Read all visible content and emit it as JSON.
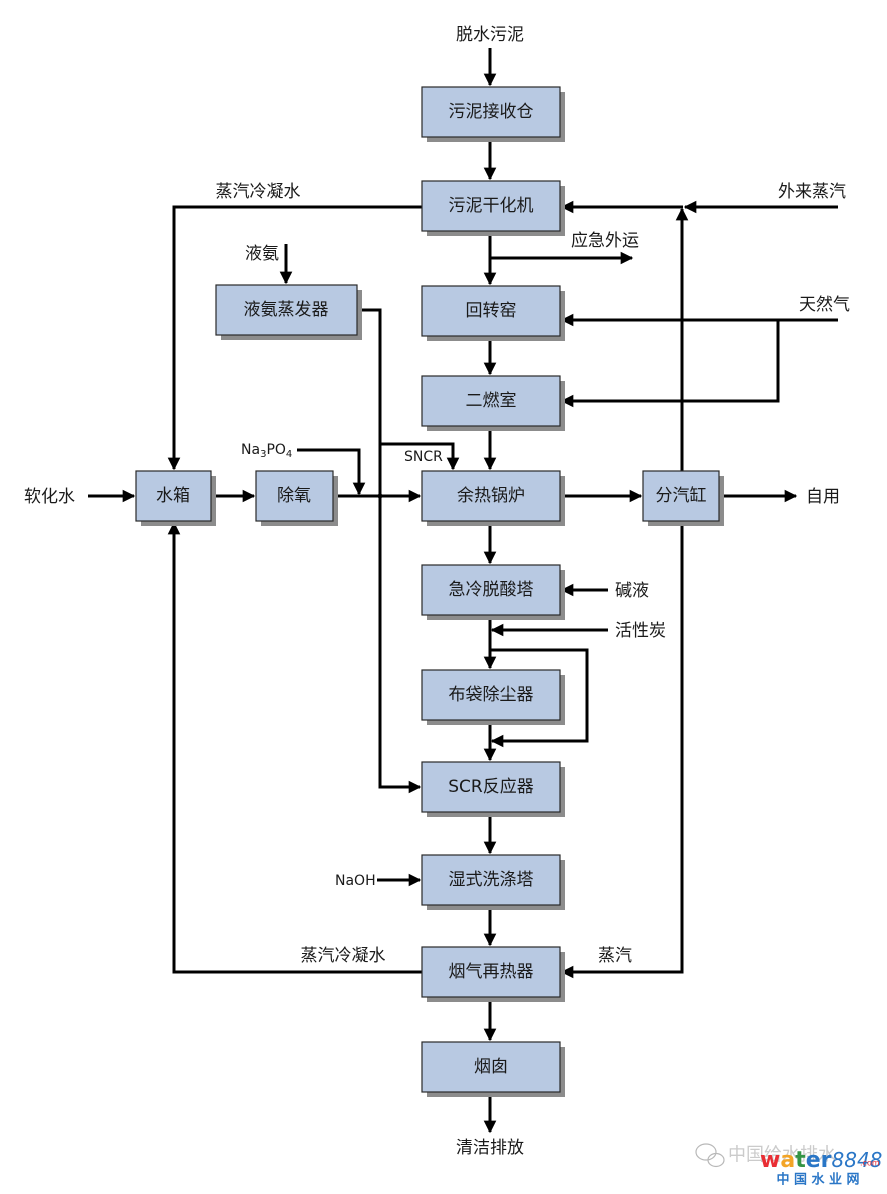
{
  "title": "污泥干化焚烧工艺流程",
  "nodes": {
    "sludge_bin": "污泥接收仓",
    "sludge_dryer": "污泥干化机",
    "rotary_kiln": "回转窑",
    "secondary_chamber": "二燃室",
    "waste_heat_boiler": "余热锅炉",
    "quench_deacid_tower": "急冷脱酸塔",
    "bag_filter": "布袋除尘器",
    "scr_reactor": "SCR反应器",
    "wet_scrubber": "湿式洗涤塔",
    "flue_gas_reheater": "烟气再热器",
    "chimney": "烟囱",
    "water_tank": "水箱",
    "deaerator": "除氧",
    "steam_header": "分汽缸",
    "ammonia_evaporator": "液氨蒸发器"
  },
  "labels": {
    "dewatered_sludge": "脱水污泥",
    "steam_condensate_top": "蒸汽冷凝水",
    "external_steam": "外来蒸汽",
    "emergency_transport": "应急外运",
    "liquid_ammonia": "液氨",
    "natural_gas": "天然气",
    "na3po4_main": "Na",
    "na3po4_sub3": "3",
    "na3po4_po": "PO",
    "na3po4_sub4": "4",
    "sncr": "SNCR",
    "softened_water": "软化水",
    "self_use": "自用",
    "alkali": "碱液",
    "activated_carbon": "活性炭",
    "naoh": "NaOH",
    "steam_condensate_bottom": "蒸汽冷凝水",
    "steam": "蒸汽",
    "clean_discharge": "清洁排放"
  },
  "watermark": {
    "wechat_name": "中国给水排水",
    "site_logo": "water8848",
    "site_domain": ".com",
    "site_cn": "中 国 水 业 网",
    "colors": {
      "w": "#e8232a",
      "a": "#f3a11c",
      "t": "#2a8f3c",
      "e": "#1f6fc4",
      "r": "#1f6fc4",
      "num": "#1f6fc4",
      "cn": "#1f6fc4"
    }
  },
  "colors": {
    "box_fill": "#b8c9e2",
    "line": "#000000"
  }
}
